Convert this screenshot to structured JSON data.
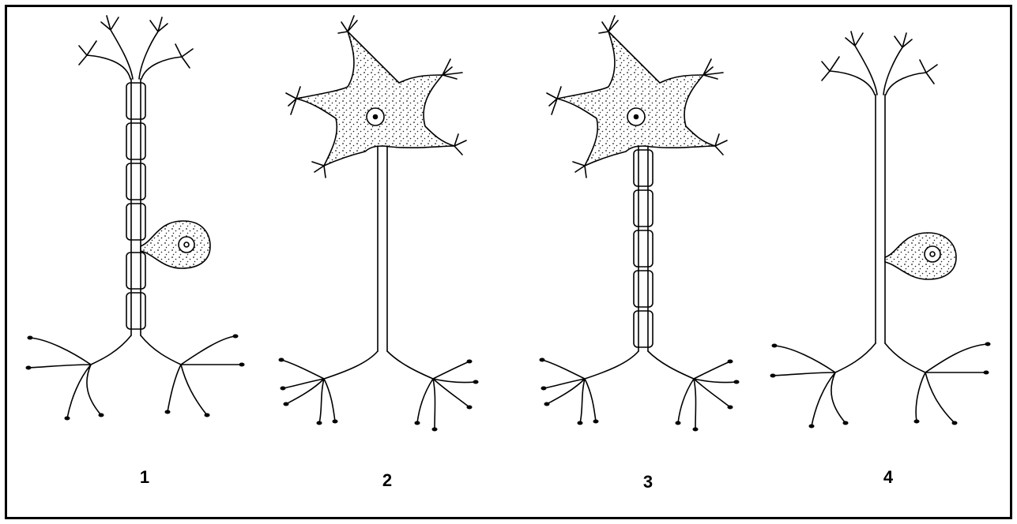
{
  "diagram": {
    "neurons": [
      {
        "label": "1",
        "myelinated": true,
        "cell_body": "pseudounipolar"
      },
      {
        "label": "2",
        "myelinated": false,
        "cell_body": "multipolar"
      },
      {
        "label": "3",
        "myelinated": true,
        "cell_body": "multipolar"
      },
      {
        "label": "4",
        "myelinated": false,
        "cell_body": "pseudounipolar"
      }
    ]
  },
  "colors": {
    "line": "#000000",
    "background": "#ffffff",
    "stipple": "#1a1a1a"
  }
}
